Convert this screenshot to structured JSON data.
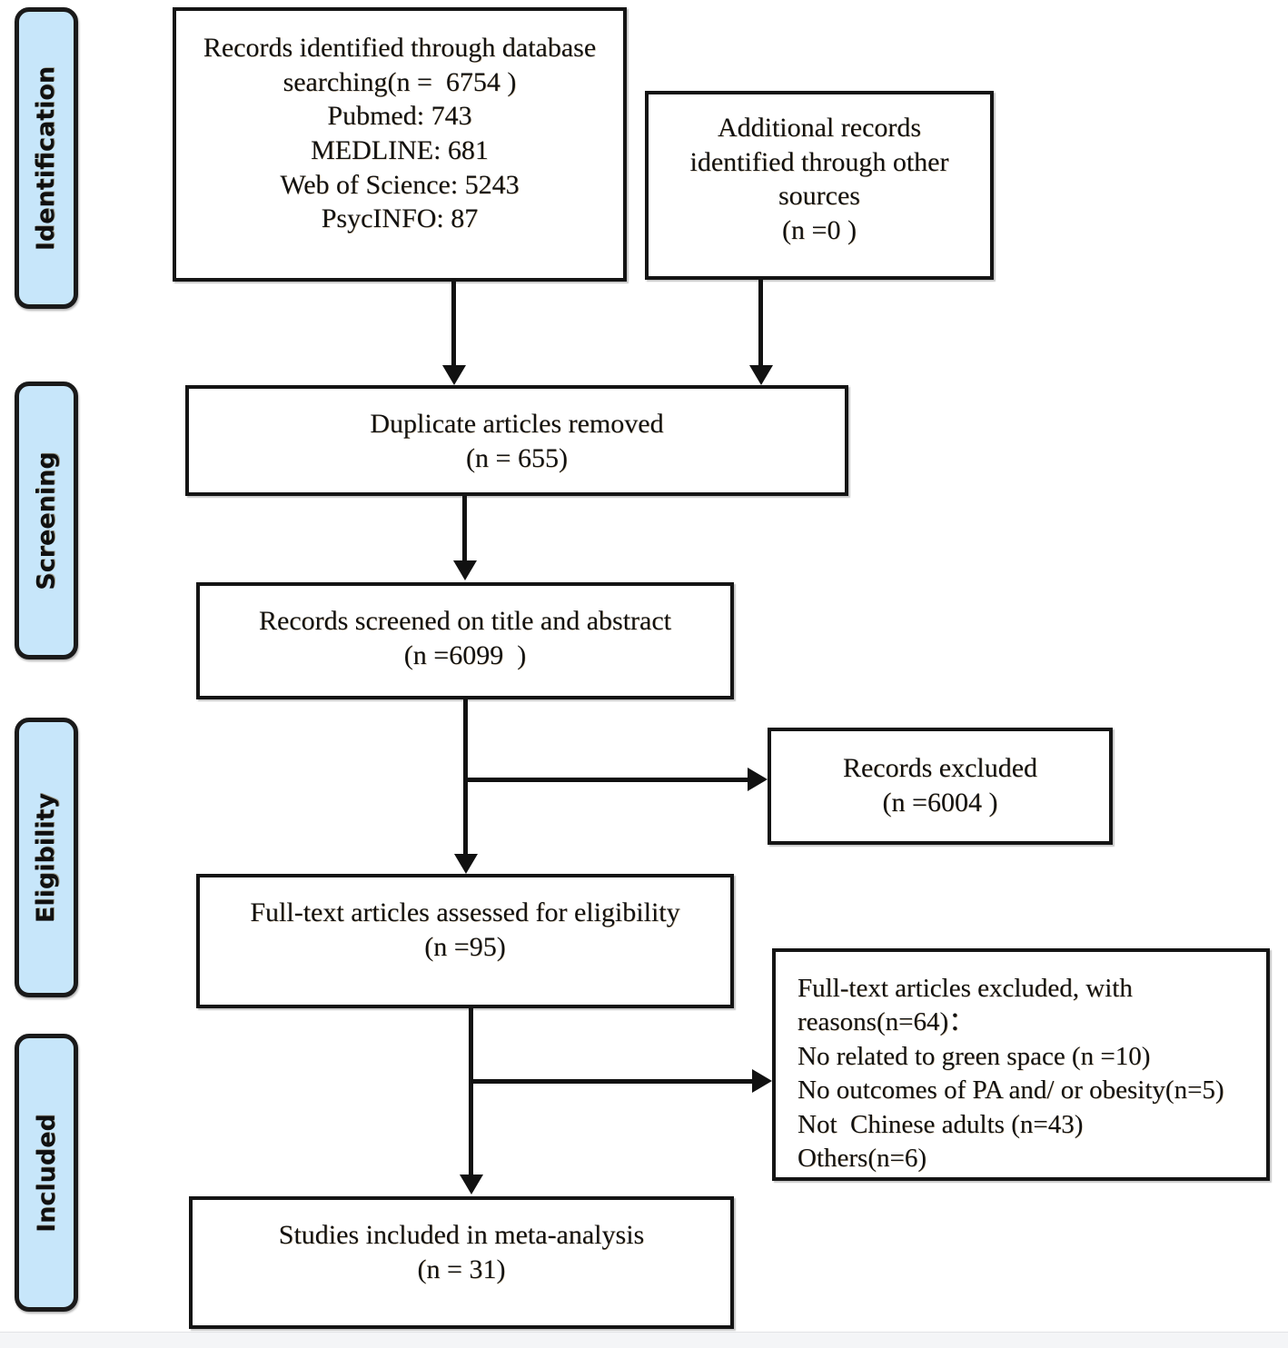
{
  "diagram": {
    "type": "prisma-flow-diagram",
    "title": "PRISMA study selection flow"
  },
  "stages": [
    {
      "id": "identification",
      "label": "Identification"
    },
    {
      "id": "screening",
      "label": "Screening"
    },
    {
      "id": "eligibility",
      "label": "Eligibility"
    },
    {
      "id": "included",
      "label": "Included"
    }
  ],
  "boxes": {
    "database_search": {
      "lines": [
        "Records identified through database",
        "searching(n =  6754 )",
        "Pubmed: 743",
        "MEDLINE: 681",
        "Web of Science: 5243",
        "PsycINFO: 87"
      ]
    },
    "other_sources": {
      "lines": [
        "Additional records",
        "identified through other",
        "sources",
        "(n =0 )"
      ]
    },
    "duplicates_removed": {
      "lines": [
        "Duplicate articles removed",
        "(n = 655)"
      ]
    },
    "records_screened": {
      "lines": [
        "Records screened on title and abstract",
        "(n =6099  )"
      ]
    },
    "records_excluded": {
      "lines": [
        "Records excluded",
        "(n =6004 )"
      ]
    },
    "fulltext_assessed": {
      "lines": [
        "Full-text articles assessed for eligibility",
        "(n =95)"
      ]
    },
    "fulltext_excluded": {
      "lines": [
        "Full-text articles excluded, with",
        "reasons(n=64)：",
        "No related to green space (n =10)",
        "No outcomes of PA and/ or obesity(n=5)",
        "Not  Chinese adults (n=43)",
        "Others(n=6)"
      ]
    },
    "studies_included": {
      "lines": [
        "Studies included in meta-analysis",
        "(n = 31)"
      ]
    }
  },
  "chart_data": {
    "type": "diagram",
    "title": "PRISMA flow of study selection",
    "nodes": [
      {
        "id": "database_search",
        "stage": "Identification",
        "label": "Records identified through database searching",
        "n": 6754,
        "breakdown": [
          {
            "source": "Pubmed",
            "n": 743
          },
          {
            "source": "MEDLINE",
            "n": 681
          },
          {
            "source": "Web of Science",
            "n": 5243
          },
          {
            "source": "PsycINFO",
            "n": 87
          }
        ]
      },
      {
        "id": "other_sources",
        "stage": "Identification",
        "label": "Additional records identified through other sources",
        "n": 0
      },
      {
        "id": "duplicates_removed",
        "stage": "Screening",
        "label": "Duplicate articles removed",
        "n": 655
      },
      {
        "id": "records_screened",
        "stage": "Screening",
        "label": "Records screened on title and abstract",
        "n": 6099
      },
      {
        "id": "records_excluded",
        "stage": "Eligibility",
        "label": "Records excluded",
        "n": 6004
      },
      {
        "id": "fulltext_assessed",
        "stage": "Eligibility",
        "label": "Full-text articles assessed for eligibility",
        "n": 95
      },
      {
        "id": "fulltext_excluded",
        "stage": "Eligibility",
        "label": "Full-text articles excluded, with reasons",
        "n": 64,
        "reasons": [
          {
            "reason": "No related to green space",
            "n": 10
          },
          {
            "reason": "No outcomes of PA and/ or obesity",
            "n": 5
          },
          {
            "reason": "Not Chinese adults",
            "n": 43
          },
          {
            "reason": "Others",
            "n": 6
          }
        ]
      },
      {
        "id": "studies_included",
        "stage": "Included",
        "label": "Studies included in meta-analysis",
        "n": 31
      }
    ],
    "edges": [
      {
        "from": "database_search",
        "to": "duplicates_removed",
        "direction": "down"
      },
      {
        "from": "other_sources",
        "to": "duplicates_removed",
        "direction": "down"
      },
      {
        "from": "duplicates_removed",
        "to": "records_screened",
        "direction": "down"
      },
      {
        "from": "records_screened",
        "to": "records_excluded",
        "direction": "right"
      },
      {
        "from": "records_screened",
        "to": "fulltext_assessed",
        "direction": "down"
      },
      {
        "from": "fulltext_assessed",
        "to": "fulltext_excluded",
        "direction": "right"
      },
      {
        "from": "fulltext_assessed",
        "to": "studies_included",
        "direction": "down"
      }
    ],
    "colors": {
      "stage_tab_fill": "#c7e6fa",
      "stage_tab_border": "#1a1a1a",
      "box_border": "#141414",
      "text": "#111111"
    }
  }
}
